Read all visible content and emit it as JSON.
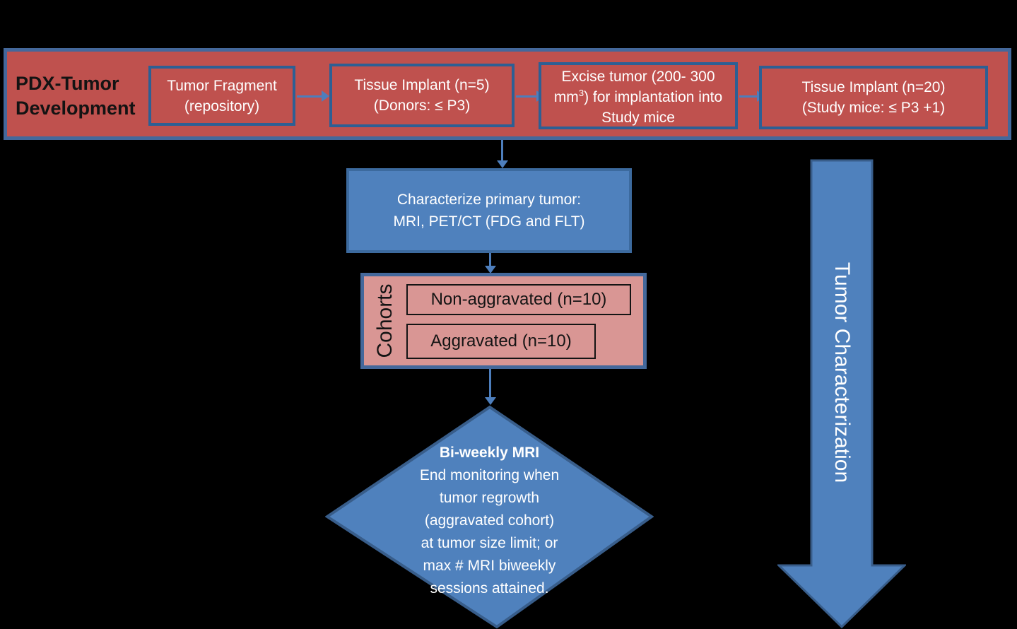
{
  "colors": {
    "background": "#000000",
    "banner_fill": "#bf514e",
    "banner_border": "#44689b",
    "inner_red_box_border": "#2d5f94",
    "connector_arrow_blue": "#4d7ebc",
    "shape_fill_blue": "#4f81bd",
    "shape_border_blue": "#385d8a",
    "cohort_fill_pink": "#d99694",
    "cohort_item_border": "#141414",
    "text_light": "#ffffff",
    "text_dark": "#131313"
  },
  "banner": {
    "label_line1": "PDX-Tumor",
    "label_line2": "Development",
    "box1": {
      "line1": "Tumor Fragment",
      "line2": "(repository)"
    },
    "box2": {
      "line1": "Tissue Implant (n=5)",
      "line2": "(Donors: ≤ P3)"
    },
    "box3": {
      "pre_sup": "Excise tumor (200- 300 mm",
      "sup": "3",
      "post_sup": ") for implantation into Study mice"
    },
    "box4": {
      "line1": "Tissue Implant (n=20)",
      "line2": "(Study mice: ≤ P3 +1)"
    }
  },
  "characterize_box": {
    "line1": "Characterize primary tumor:",
    "line2": "MRI, PET/CT (FDG and FLT)"
  },
  "cohorts": {
    "label": "Cohorts",
    "items": [
      {
        "label": "Non-aggravated (n=10)"
      },
      {
        "label": "Aggravated (n=10)"
      }
    ]
  },
  "decision_diamond": {
    "title": "Bi-weekly MRI",
    "lines": [
      "End monitoring when",
      "tumor regrowth",
      "(aggravated cohort)",
      "at tumor size limit; or",
      "max # MRI biweekly",
      "sessions attained."
    ]
  },
  "side_arrow": {
    "label": "Tumor Characterization"
  }
}
